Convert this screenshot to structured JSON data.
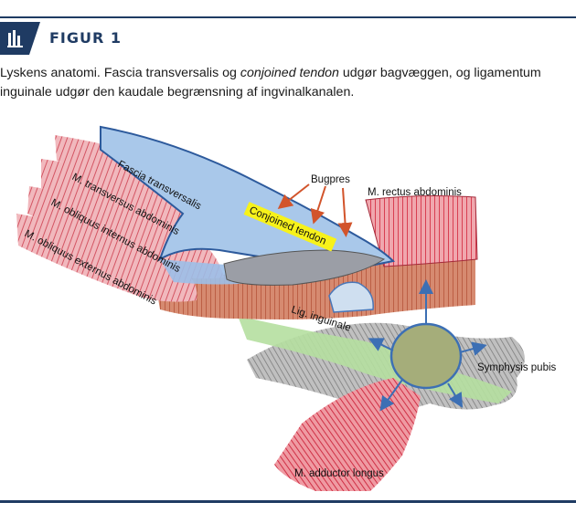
{
  "figure": {
    "title": "FIGUR 1",
    "caption_part1": "Lyskens anatomi. Fascia transversalis og ",
    "caption_italic": "conjoined tendon",
    "caption_part2": " udgør bagvæggen, og ligamentum inguinale udgør den kaudale begrænsning af ingvinalkanalen."
  },
  "colors": {
    "accent": "#1f3b63",
    "badge": "#1f3b63",
    "highlight": "#f7f21a",
    "arrow_orange": "#d2542b",
    "arrow_blue": "#3c6fb4"
  },
  "labels": {
    "fascia_transversalis": "Fascia transversalis",
    "m_transversus": "M. transversus abdominis",
    "m_obliquus_internus": "M. obliquus internus abdominis",
    "m_obliquus_externus": "M. obliquus externus abdominis",
    "bugpres": "Bugpres",
    "conjoined_tendon": "Conjoined tendon",
    "m_rectus": "M. rectus abdominis",
    "lig_inguinale": "Lig. inguinale",
    "symphysis_pubis": "Symphysis pubis",
    "m_adductor_longus": "M. adductor longus"
  }
}
